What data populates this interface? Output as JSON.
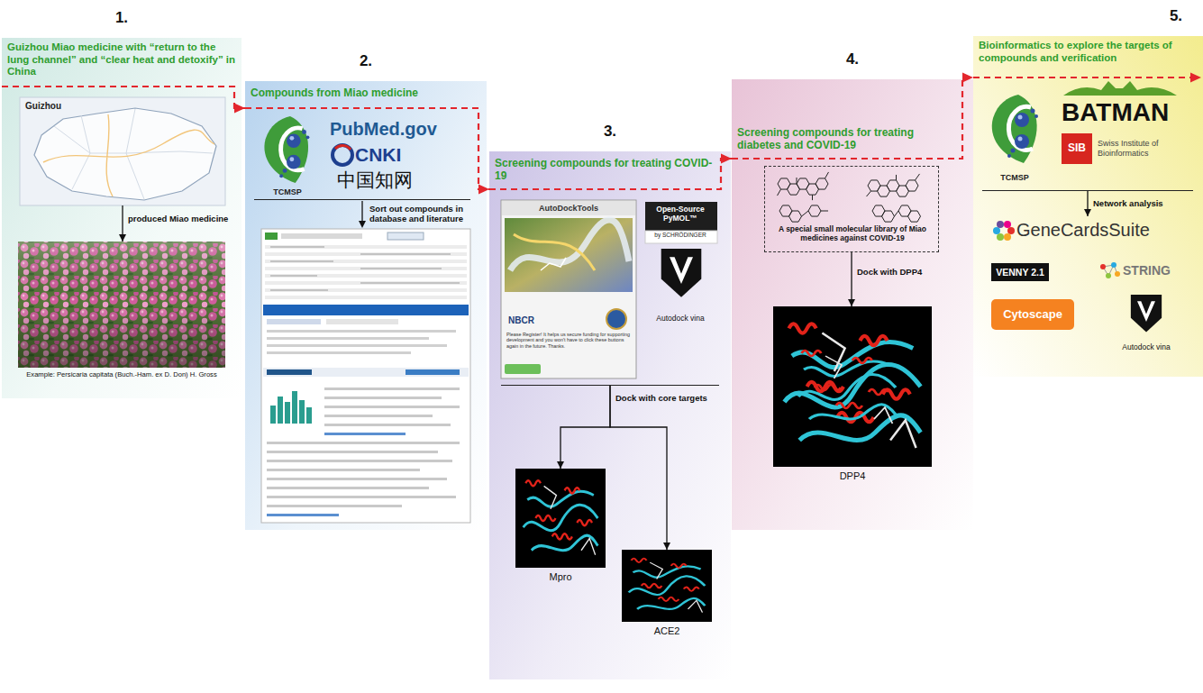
{
  "diagram": {
    "nodes": [
      {
        "text": [
          "1.",
          "Guizhou Miao medicine with “return to the lung channel” and “clear heat and detoxify” in China"
        ]
      },
      {
        "text": [
          "Guizhou"
        ],
        "in": 0
      },
      {
        "text": [
          "Example: Persicaria capitata (Buch.-Ham. ex D. Don) H. Gross"
        ],
        "in": 0
      },
      {
        "text": [
          "2.",
          "Compounds from Miao medicine"
        ]
      },
      {
        "text": [
          "TCMSP",
          "PubMed.gov",
          "CNKI",
          "中国知网"
        ],
        "in": 3
      },
      {
        "text": [
          "3.",
          "Screening compounds for treating COVID-19"
        ]
      },
      {
        "text": [
          "AutoDockTools",
          "NBCR",
          "Please Register! It helps us secure funding for supporting development and you won't have to click these buttons again in the future. Thanks.",
          "Open-Source PyMOL™",
          "by SCHRÖDINGER",
          "Autodock vina"
        ],
        "in": 5
      },
      {
        "text": [
          "Mpro"
        ],
        "in": 5
      },
      {
        "text": [
          "ACE2"
        ],
        "in": 5
      },
      {
        "text": [
          "4.",
          "Screening compounds for treating diabetes and COVID-19"
        ]
      },
      {
        "text": [
          "A special small molecular library of Miao medicines against COVID-19"
        ],
        "in": 9
      },
      {
        "text": [
          "DPP4"
        ],
        "in": 9
      },
      {
        "text": [
          "5.",
          "Bioinformatics to explore the targets of compounds and verification"
        ]
      },
      {
        "text": [
          "TCMSP",
          "BATMAN",
          "SIB",
          "Swiss Institute of Bioinformatics"
        ],
        "in": 12
      },
      {
        "text": [
          "GeneCardsSuite",
          "VENNY 2.1",
          "STRING",
          "Cytoscape",
          "Autodock vina"
        ],
        "in": 12
      }
    ],
    "edges": [
      {
        "from": 0,
        "to": 3,
        "arrow": "to"
      },
      {
        "from": 3,
        "to": 5,
        "arrow": "to"
      },
      {
        "from": 5,
        "to": 9,
        "arrow": "to"
      },
      {
        "from": 9,
        "to": 12,
        "arrow": "to"
      },
      {
        "from": 1,
        "to": 2,
        "label": "produced Miao medicine",
        "arrow": "to"
      },
      {
        "from": 6,
        "to": 7,
        "label": "Dock with core targets",
        "arrow": "to"
      },
      {
        "from": 6,
        "to": 8,
        "arrow": "to"
      },
      {
        "from": 10,
        "to": 11,
        "label": "Dock with DPP4",
        "arrow": "to"
      },
      {
        "from": 13,
        "to": 14,
        "label": "Network analysis",
        "arrow": "to"
      }
    ],
    "labels": [
      "Sort out compounds in database and literature"
    ]
  }
}
